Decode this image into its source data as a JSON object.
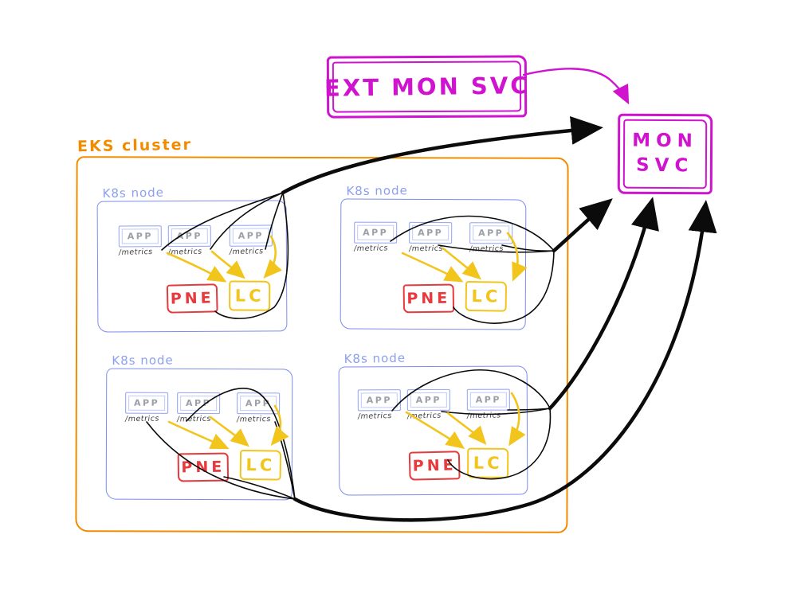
{
  "diagram": {
    "title_hint": "EKS monitoring scrape diagram",
    "cluster_label": "EKS cluster",
    "node_label": "K8s node",
    "app_label": "APP",
    "metrics_label": "/metrics",
    "pne_label": "PNE",
    "lc_label": "LC",
    "ext_mon_svc_label": "EXT MON SVC",
    "mon_svc_line1": "MON",
    "mon_svc_line2": "SVC",
    "node_count": 4,
    "apps_per_node": 3,
    "colors": {
      "cluster_orange": "#f08c00",
      "node_blue": "#7b8ded",
      "app_border_blue": "#92a5f2",
      "app_text_grey": "#9aa0a6",
      "metrics_text": "#3f3f3f",
      "pne_red": "#e8393c",
      "lc_yellow": "#f2c51d",
      "service_magenta": "#cf13cf",
      "arrow_black": "#0b0b0b",
      "background": "#ffffff"
    }
  }
}
